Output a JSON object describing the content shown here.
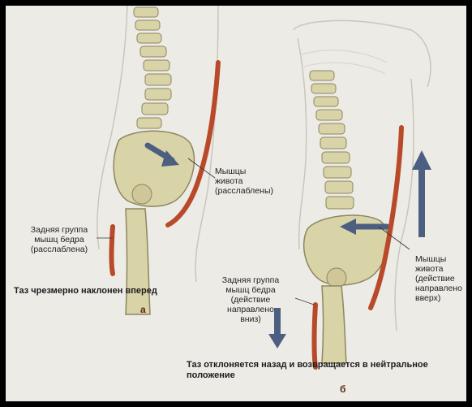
{
  "figure_a": {
    "label_muscles": [
      "Мышцы",
      "живота",
      "(расслаблены)"
    ],
    "label_hamstrings": [
      "Задняя группа",
      "мышц бедра",
      "(расслаблена)"
    ],
    "caption": "Таз чрезмерно наклонен вперед",
    "letter": "а"
  },
  "figure_b": {
    "label_hamstrings": [
      "Задняя группа",
      "мышц бедра",
      "(действие",
      "направлено",
      "вниз)"
    ],
    "label_muscles": [
      "Мышцы",
      "живота",
      "(действие",
      "направлено",
      "вверх)"
    ],
    "caption": [
      "Таз отклоняется назад и возвращается в нейтральное",
      "положение"
    ],
    "letter": "б"
  },
  "colors": {
    "muscle": "#b84a2a",
    "bone": "#d9d3a8",
    "arrow": "#4d5f80",
    "background": "#ecebe6"
  }
}
